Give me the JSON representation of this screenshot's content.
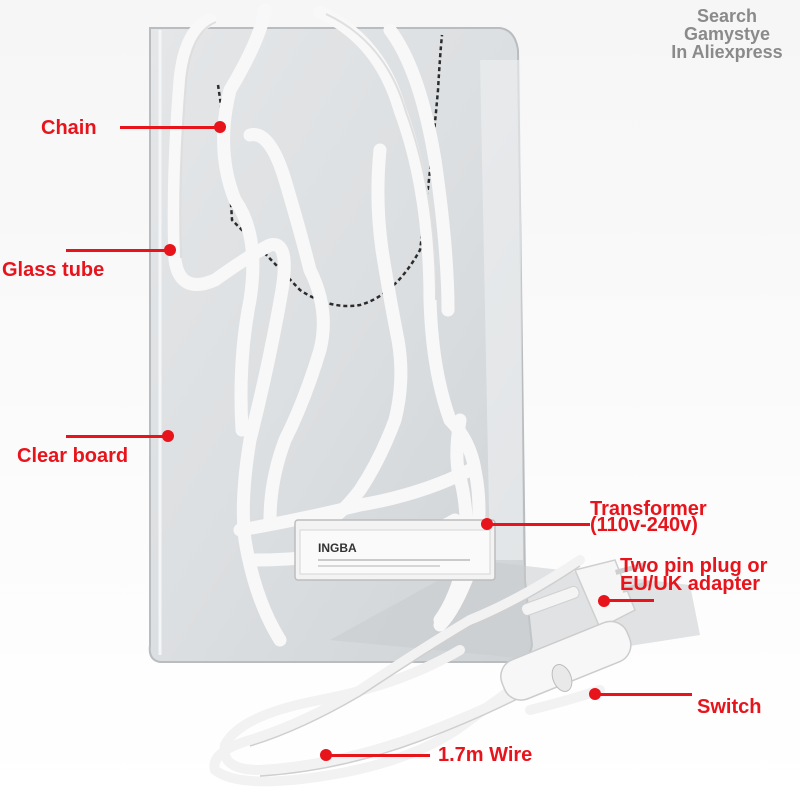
{
  "watermark": {
    "line1": "Search",
    "line2": "Gamystye",
    "line3": "In Aliexpress"
  },
  "callouts": {
    "chain": "Chain",
    "glass_tube": "Glass tube",
    "clear_board": "Clear board",
    "transformer": "Transformer",
    "transformer_range": "(110v-240v)",
    "plug_line1": "Two pin plug or",
    "plug_line2": "EU/UK adapter",
    "switch": "Switch",
    "wire": "1.7m Wire"
  },
  "transformer_brand": "INGBA",
  "colors": {
    "accent": "#e8141c",
    "watermark": "#8a8a8a",
    "background": "#ffffff"
  }
}
